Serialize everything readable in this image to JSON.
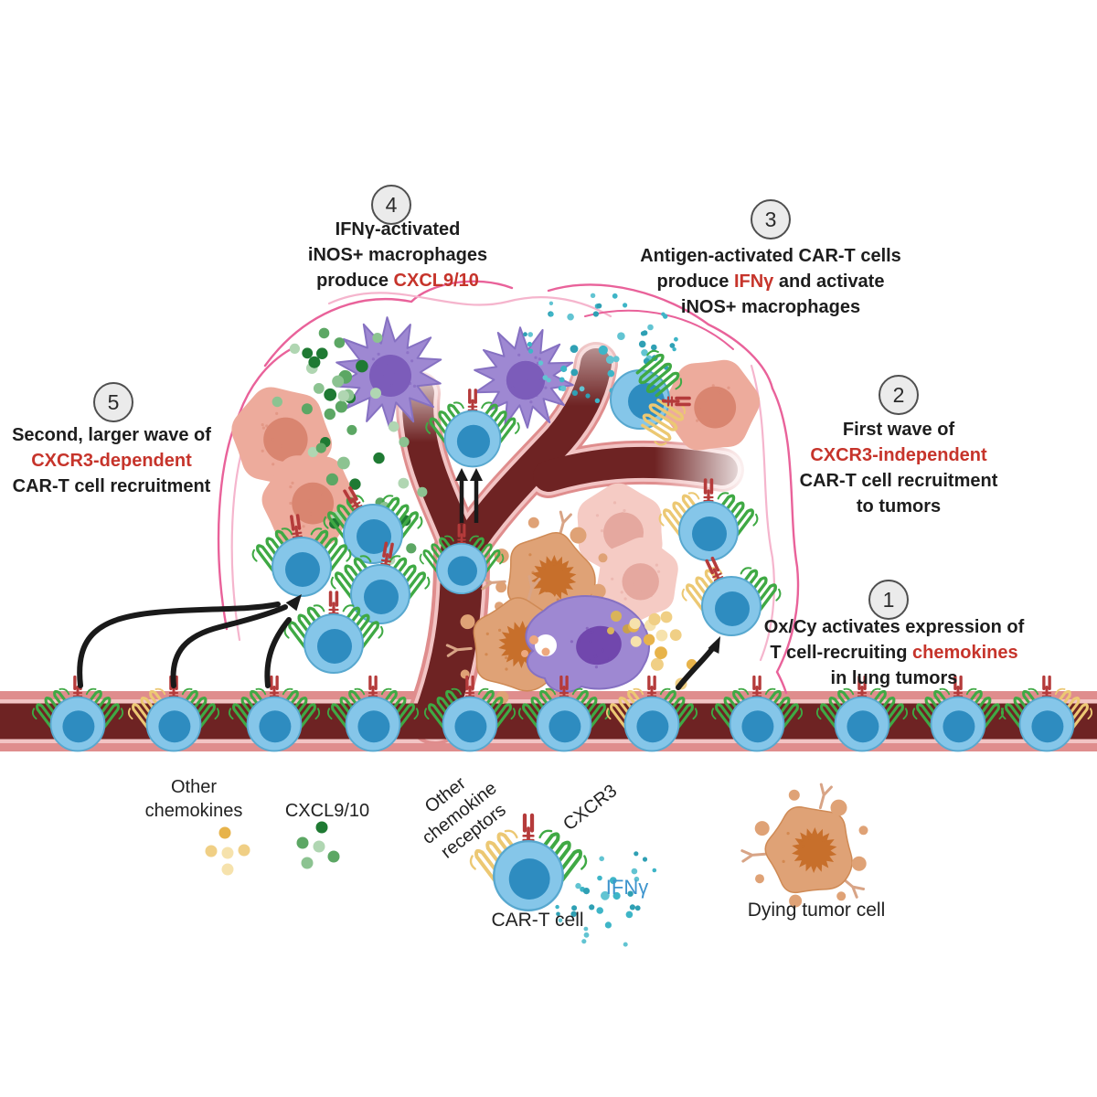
{
  "palette": {
    "red_text": "#c6342b",
    "text": "#1d1d1d",
    "vessel_wall": "#df8d8d",
    "vessel_stripe": "#f2c4c4",
    "vessel_lumen": "#6e2323",
    "cart_body": "#85c6e9",
    "cart_edge": "#58a8cf",
    "cart_nucleus": "#2e8cc0",
    "cxcr3_green": "#3fa944",
    "other_receptor_yellow": "#ecc873",
    "car_red": "#b53b3b",
    "tumor_salmon": "#edab9c",
    "tumor_salmon_nucleus": "#d98570",
    "tumor_light": "#f5cbc4",
    "tumor_light_nucleus": "#e5a89f",
    "dying_fill": "#dfa276",
    "dying_edge": "#cf8a55",
    "dying_nucleus": "#c76f2b",
    "mac_fill": "#9e88d2",
    "mac_edge": "#8671c2",
    "mac_nucleus": "#7c5cba",
    "mac2_nucleus": "#7147ad",
    "green_dots": [
      "#1f7a33",
      "#5ca764",
      "#8cc391",
      "#b0d6b2"
    ],
    "teal_dots": [
      "#3eb5c7",
      "#62c4d2",
      "#2fa0b4"
    ],
    "yellow_dots": [
      "#e7b34a",
      "#f0cf85",
      "#f6e2ac"
    ],
    "boundary": "#e9629a",
    "boundary_light": "#f5b5cd",
    "badge_fill": "#ebebeb",
    "badge_edge": "#4f4f4f",
    "arrow": "#1a1a1a",
    "ifng_label": "#3d94cd"
  },
  "steps": [
    {
      "num": "1",
      "lines": [
        [
          {
            "t": "Ox/Cy activates expression of"
          }
        ],
        [
          {
            "t": "T cell-recruiting "
          },
          {
            "t": "chemokines",
            "red": true
          }
        ],
        [
          {
            "t": "in lung tumors"
          }
        ]
      ]
    },
    {
      "num": "2",
      "lines": [
        [
          {
            "t": "First wave of"
          }
        ],
        [
          {
            "t": "CXCR3-independent",
            "red": true
          }
        ],
        [
          {
            "t": "CAR-T cell recruitment"
          }
        ],
        [
          {
            "t": "to tumors"
          }
        ]
      ]
    },
    {
      "num": "3",
      "lines": [
        [
          {
            "t": "Antigen-activated CAR-T cells"
          }
        ],
        [
          {
            "t": "produce "
          },
          {
            "t": "IFNγ",
            "red": true
          },
          {
            "t": " and activate"
          }
        ],
        [
          {
            "t": "iNOS+ macrophages"
          }
        ]
      ]
    },
    {
      "num": "4",
      "lines": [
        [
          {
            "t": "IFNγ-activated"
          }
        ],
        [
          {
            "t": "iNOS+ macrophages"
          }
        ],
        [
          {
            "t": "produce "
          },
          {
            "t": "CXCL9/10",
            "red": true
          }
        ]
      ]
    },
    {
      "num": "5",
      "lines": [
        [
          {
            "t": "Second, larger wave of"
          }
        ],
        [
          {
            "t": "CXCR3-dependent",
            "red": true
          }
        ],
        [
          {
            "t": "CAR-T cell recruitment"
          }
        ]
      ]
    }
  ],
  "legend": {
    "other_chemokines_line1": "Other",
    "other_chemokines_line2": "chemokines",
    "cxcl910": "CXCL9/10",
    "other_receptors_line1": "Other",
    "other_receptors_line2": "chemokine",
    "other_receptors_line3": "receptors",
    "cxcr3": "CXCR3",
    "cart_cell": "CAR-T cell",
    "ifng": "IFNγ",
    "dying_tumor_cell": "Dying tumor cell"
  }
}
